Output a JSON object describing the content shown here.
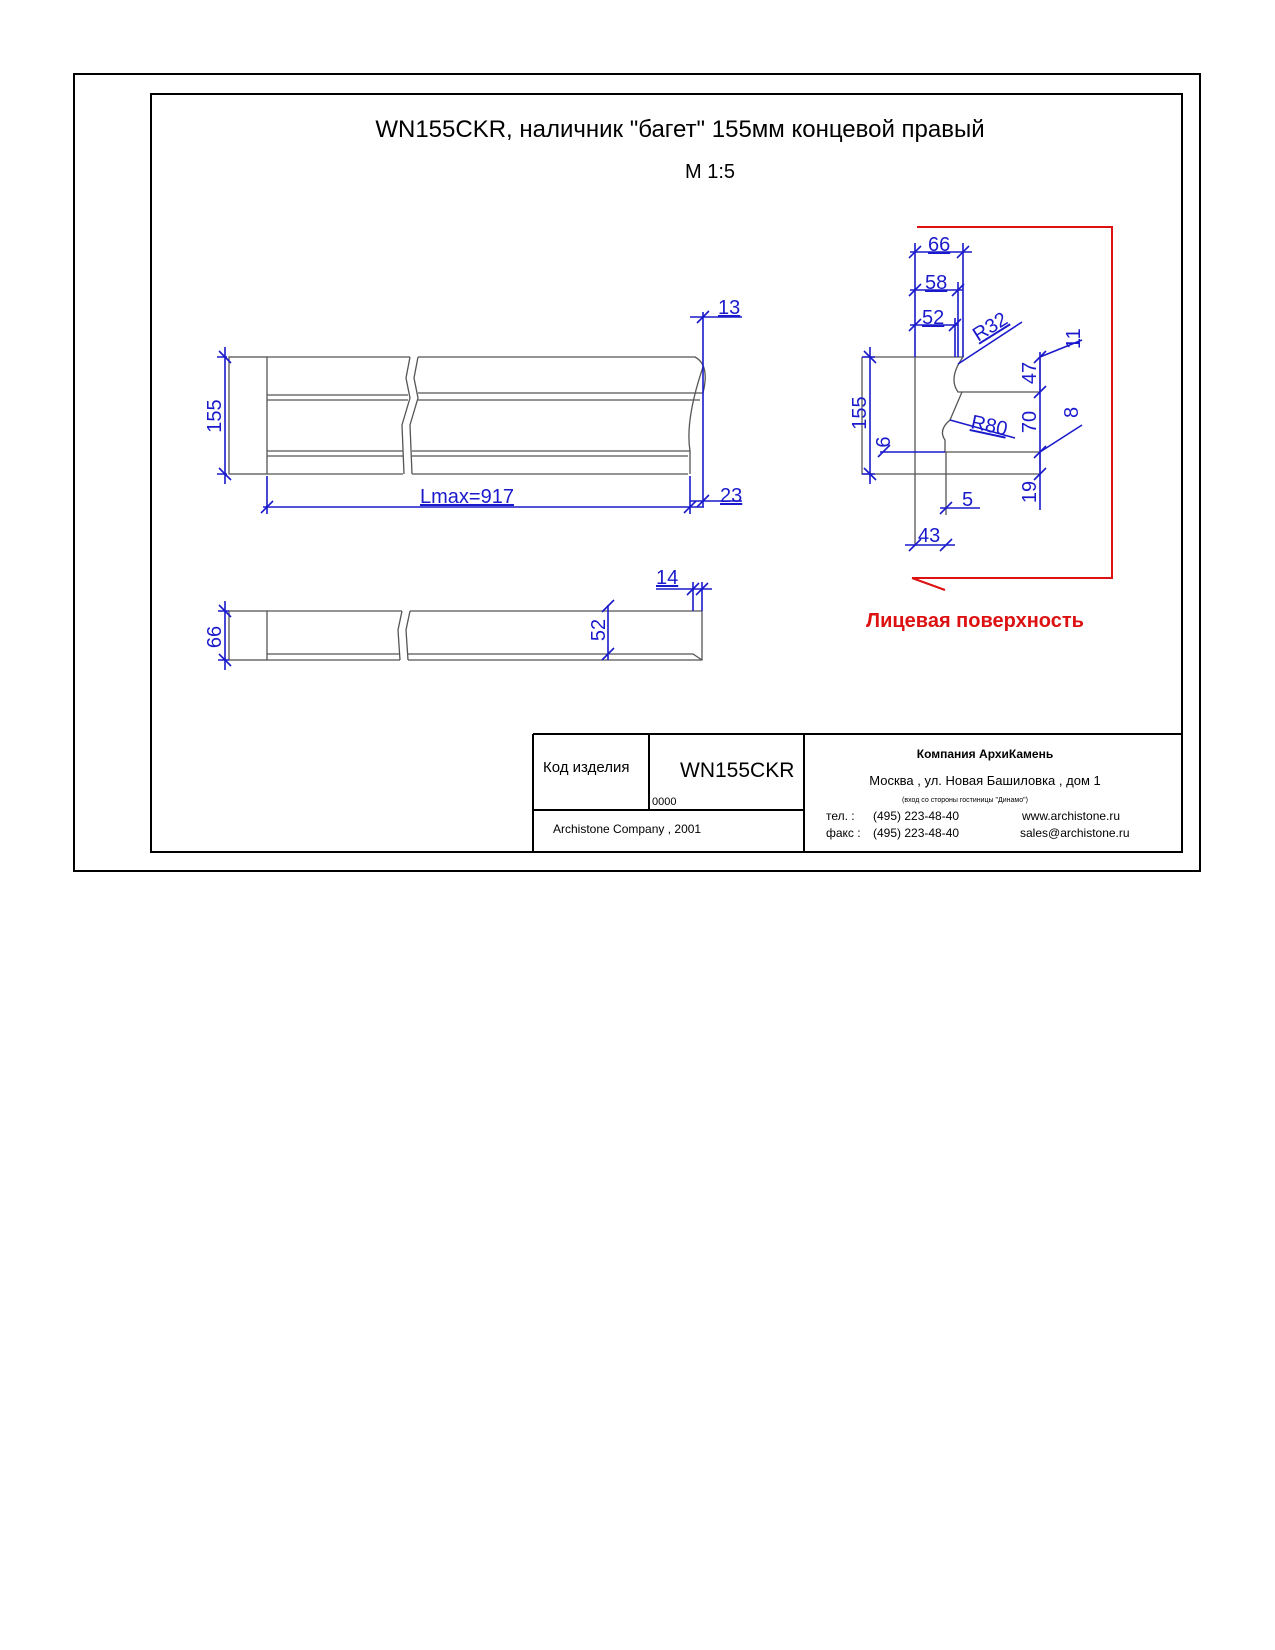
{
  "drawing": {
    "title": "WN155CKR, наличник \"багет\" 155мм концевой правый",
    "scale": "М 1:5",
    "front_view_dims": {
      "height": "155",
      "length": "Lmax=917",
      "top_offset": "13",
      "bottom_offset": "23"
    },
    "top_view_dims": {
      "width": "66",
      "inner": "52",
      "end_offset": "14"
    },
    "section_dims": {
      "w66": "66",
      "w58": "58",
      "w52": "52",
      "r32": "R32",
      "d11": "11",
      "h155": "155",
      "d47": "47",
      "r80": "R80",
      "d70": "70",
      "d8": "8",
      "d6": "6",
      "d19": "19",
      "d5": "5",
      "w43": "43"
    },
    "face_label": "Лицевая поверхность"
  },
  "title_block": {
    "code_label": "Код изделия",
    "code_value": "WN155CKR",
    "code_sub": "0000",
    "copyright": "Archistone  Company ,  2001",
    "company": "Компания  АрхиКамень",
    "address": "Москва , ул. Новая Башиловка , дом 1",
    "address_note": "(вход со стороны гостиницы \"Динамо\")",
    "tel_label": "тел.   :",
    "tel": "(495) 223-48-40",
    "fax_label": "факс :",
    "fax": "(495) 223-48-40",
    "website": "www.archistone.ru",
    "email": "sales@archistone.ru"
  },
  "colors": {
    "dimension": "#1a1acc",
    "face_marker": "#dd1111",
    "outline": "#000000"
  }
}
